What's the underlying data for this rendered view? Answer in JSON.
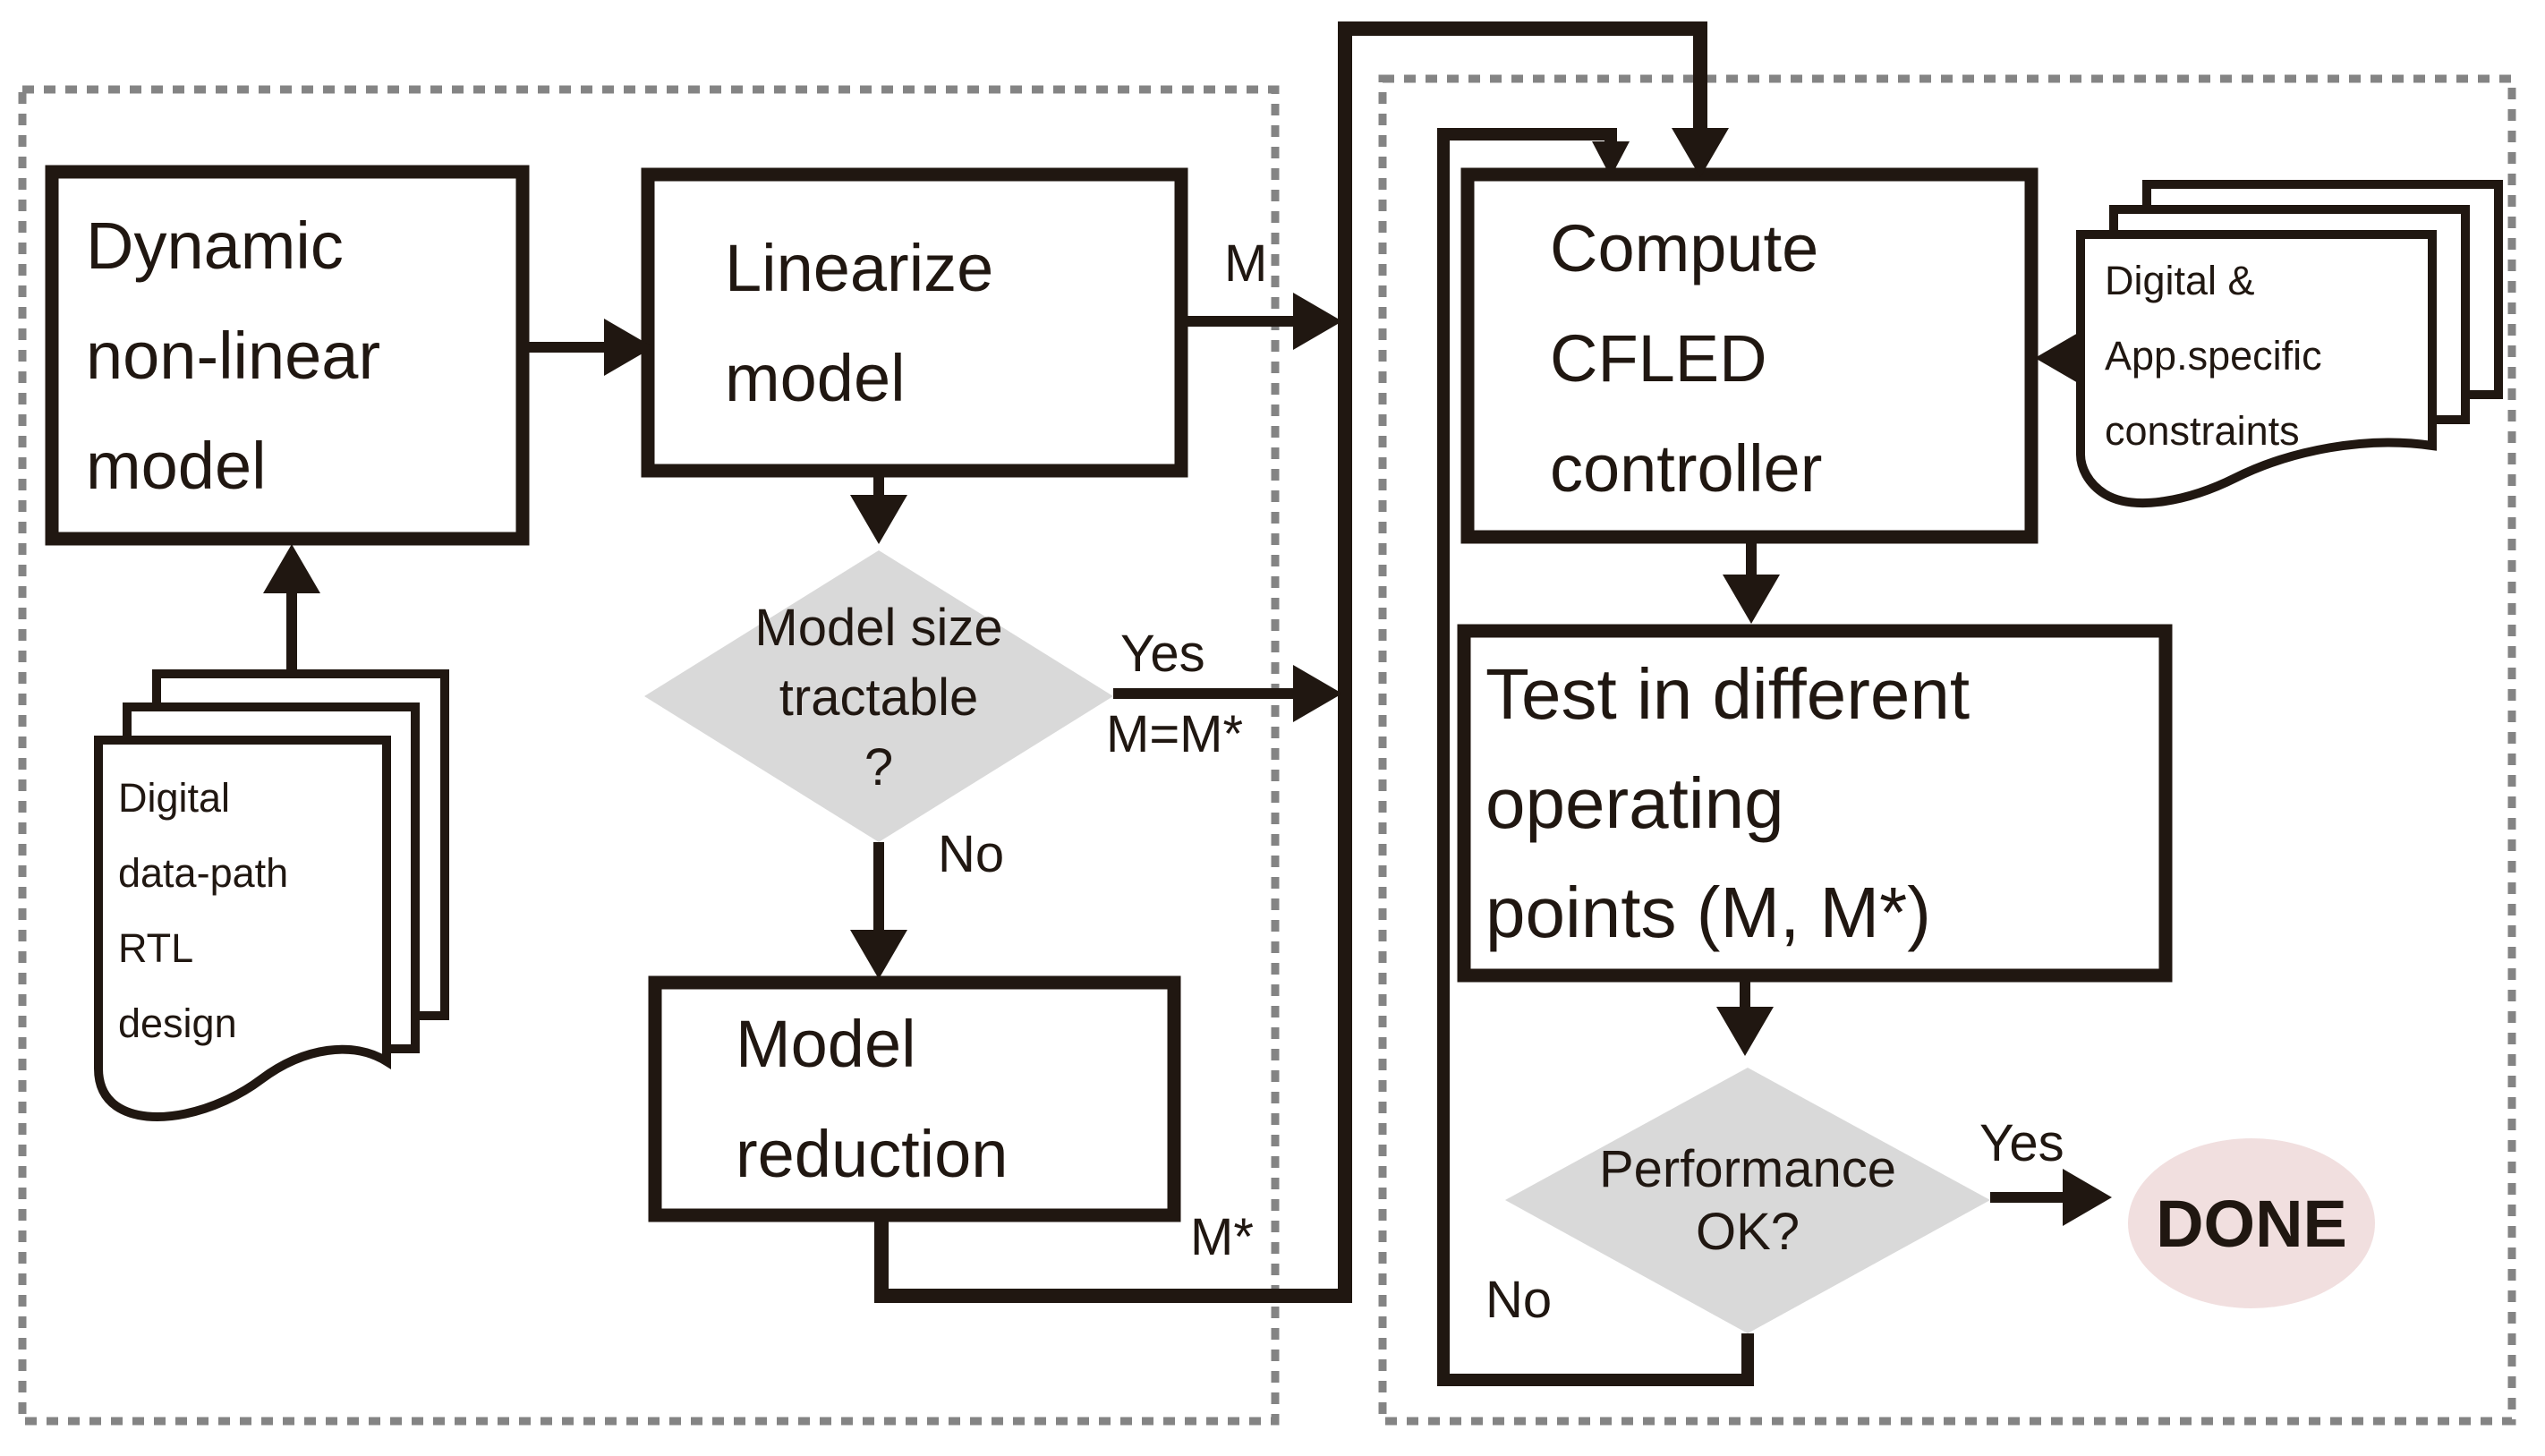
{
  "boxes": {
    "dynamic_model": {
      "lines": [
        "Dynamic",
        "non-linear",
        "model"
      ]
    },
    "linearize": {
      "lines": [
        "Linearize",
        "model"
      ]
    },
    "model_reduction": {
      "lines": [
        "Model",
        "reduction"
      ]
    },
    "compute_cfled": {
      "lines": [
        "Compute",
        "CFLED",
        "controller"
      ]
    },
    "test_points": {
      "lines": [
        "Test in different",
        "operating",
        "points (M, M*)"
      ]
    }
  },
  "decisions": {
    "model_size": {
      "lines": [
        "Model size",
        "tractable",
        "?"
      ]
    },
    "performance": {
      "lines": [
        "Performance",
        "OK?"
      ]
    }
  },
  "documents": {
    "rtl_design": {
      "lines": [
        "Digital",
        "data-path",
        "RTL",
        "design"
      ]
    },
    "constraints": {
      "lines": [
        "Digital &",
        "App.specific",
        "constraints"
      ]
    }
  },
  "edge_labels": {
    "m": "M",
    "yes_tractable": "Yes",
    "m_equals": "M=M*",
    "no_tractable": "No",
    "m_star": "M*",
    "yes_performance": "Yes",
    "no_performance": "No"
  },
  "terminal": {
    "done": "DONE"
  },
  "colors": {
    "line": "#201711",
    "decision_fill": "#d9d9d9",
    "done_fill": "#f1dfdf",
    "dashed_border": "#848484",
    "shape_fill": "#ffffff"
  }
}
